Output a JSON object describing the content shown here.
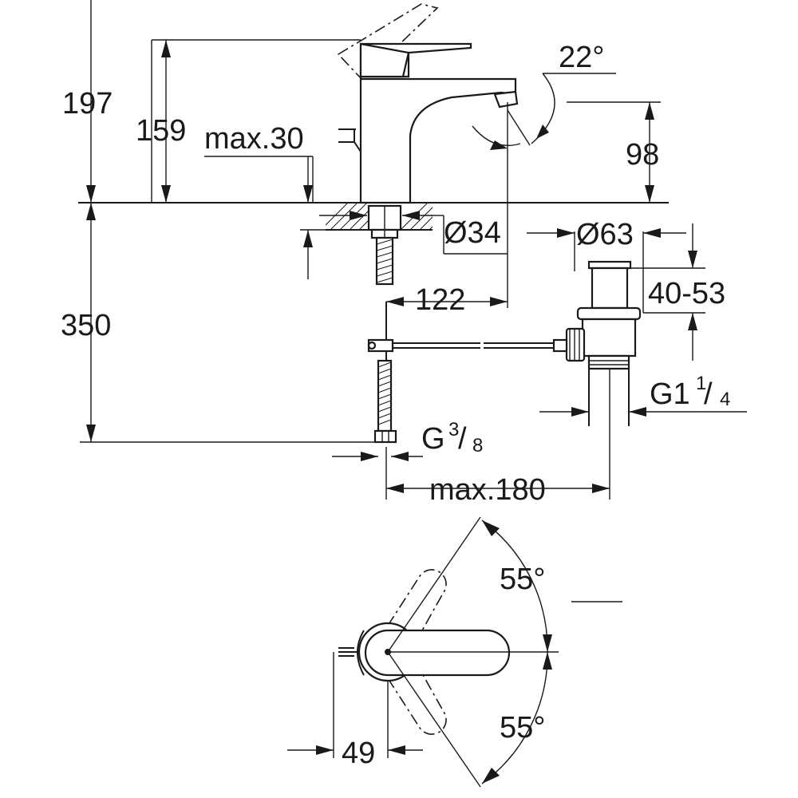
{
  "dimensions": {
    "total_height": "197",
    "spout_height": "159",
    "max_deck_thickness": "max.30",
    "spout_angle": "22°",
    "outlet_height": "98",
    "hole_diameter": "Ø34",
    "waste_diameter": "Ø63",
    "waste_range": "40-53",
    "spout_reach": "122",
    "supply_length": "350",
    "waste_thread": {
      "main": "G1",
      "num": "1",
      "den": "4"
    },
    "supply_thread": {
      "main": "G",
      "num": "3",
      "den": "8"
    },
    "max_distance": "max.180",
    "lever_angle_top": "55°",
    "lever_angle_bottom": "55°",
    "lever_offset": "49"
  }
}
